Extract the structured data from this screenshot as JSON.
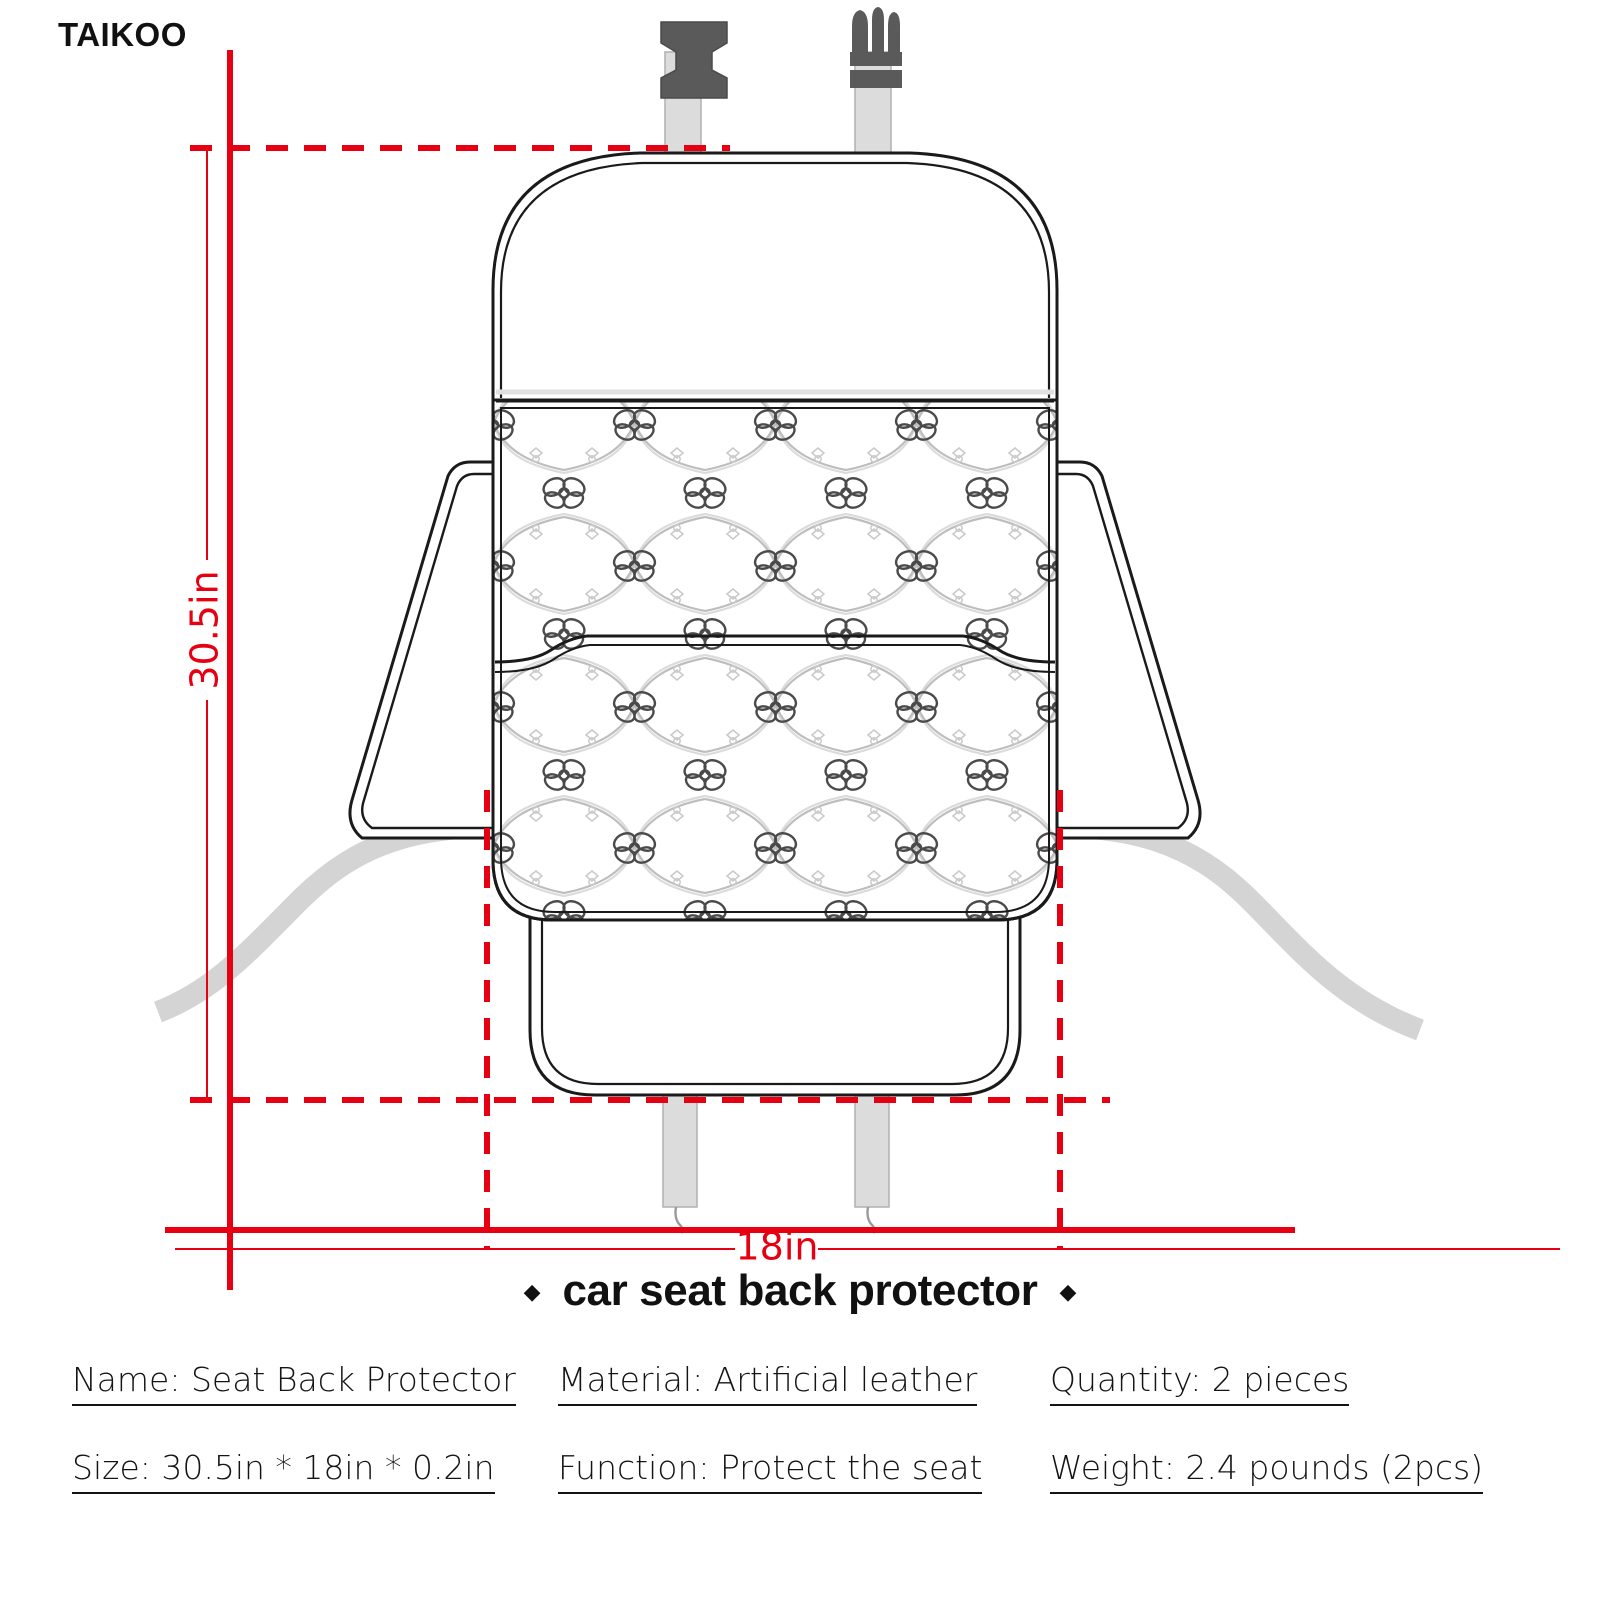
{
  "brand": {
    "name": "TAIKOO"
  },
  "product_title": {
    "text": "car seat back protector",
    "left_ornament": "◆",
    "right_ornament": "◆"
  },
  "dimensions": {
    "height_label": "30.5in",
    "width_label": "18in",
    "line_color": "#e60012",
    "dash_color": "#e60012"
  },
  "illustration": {
    "outline_color": "#1a1a1a",
    "strap_color": "#d4d4d4",
    "buckle_color": "#5a5a5a",
    "pattern_color": "#b8b8b8",
    "rosette_color": "#4a4a4a",
    "parts": {
      "headrest_panel": "headrest-panel",
      "patterned_body": "patterned-body",
      "pocket": "storage-pocket",
      "left_flap": "left-side-flap",
      "right_flap": "right-side-flap",
      "bottom_panel": "bottom-panel",
      "top_strap_left": "top-strap-left",
      "top_strap_right": "top-strap-right",
      "bottom_strap_left": "bottom-strap-left",
      "bottom_strap_right": "bottom-strap-right",
      "side_strap_left": "side-strap-left",
      "side_strap_right": "side-strap-right",
      "buckle_female": "buckle-female",
      "buckle_male": "buckle-male"
    }
  },
  "specs": {
    "col1": [
      "Name: Seat Back Protector",
      "Size: 30.5in * 18in * 0.2in"
    ],
    "col2": [
      "Material: Artificial leather",
      "Function: Protect the seat"
    ],
    "col3": [
      "Quantity: 2 pieces",
      "Weight: 2.4 pounds (2pcs)"
    ]
  }
}
